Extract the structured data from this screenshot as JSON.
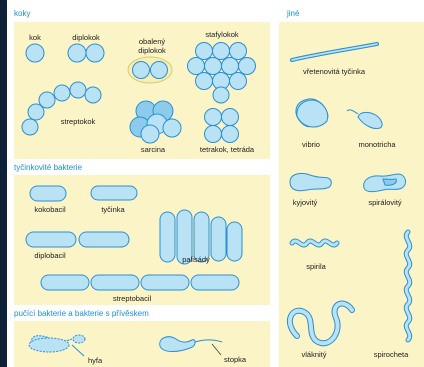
{
  "sections": {
    "koky": "koky",
    "tycinkovite": "tyčinkovité bakterie",
    "pucici": "pučící bakterie a bakterie s přívěskem",
    "jine": "jiné"
  },
  "labels": {
    "kok": "kok",
    "diplokok": "diplokok",
    "obaleny_diplokok_1": "obalený",
    "obaleny_diplokok_2": "diplokok",
    "stafylokok": "stafylokok",
    "streptokok": "streptokok",
    "sarcina": "sarcina",
    "tetrakok": "tetrakok, tetráda",
    "kokobacil": "kokobacil",
    "tycinka": "tyčinka",
    "diplobacil": "diplobacil",
    "palisady": "palisády",
    "streptobacil": "streptobacil",
    "hyfa": "hyfa",
    "stopka": "stopka",
    "vretenovita": "vřetenovitá tyčinka",
    "vibrio": "vibrio",
    "monotricha": "monotricha",
    "kyjovity": "kyjovitý",
    "spiralovity": "spirálovitý",
    "spirila": "spirila",
    "vlaknity": "vláknitý",
    "spirocheta": "spirocheta"
  },
  "colors": {
    "fill": "#b9e2f5",
    "stroke": "#2b8fd2",
    "panel": "#fbf4c7",
    "title": "#1f8fd0",
    "sidebar": "#0d2236"
  }
}
